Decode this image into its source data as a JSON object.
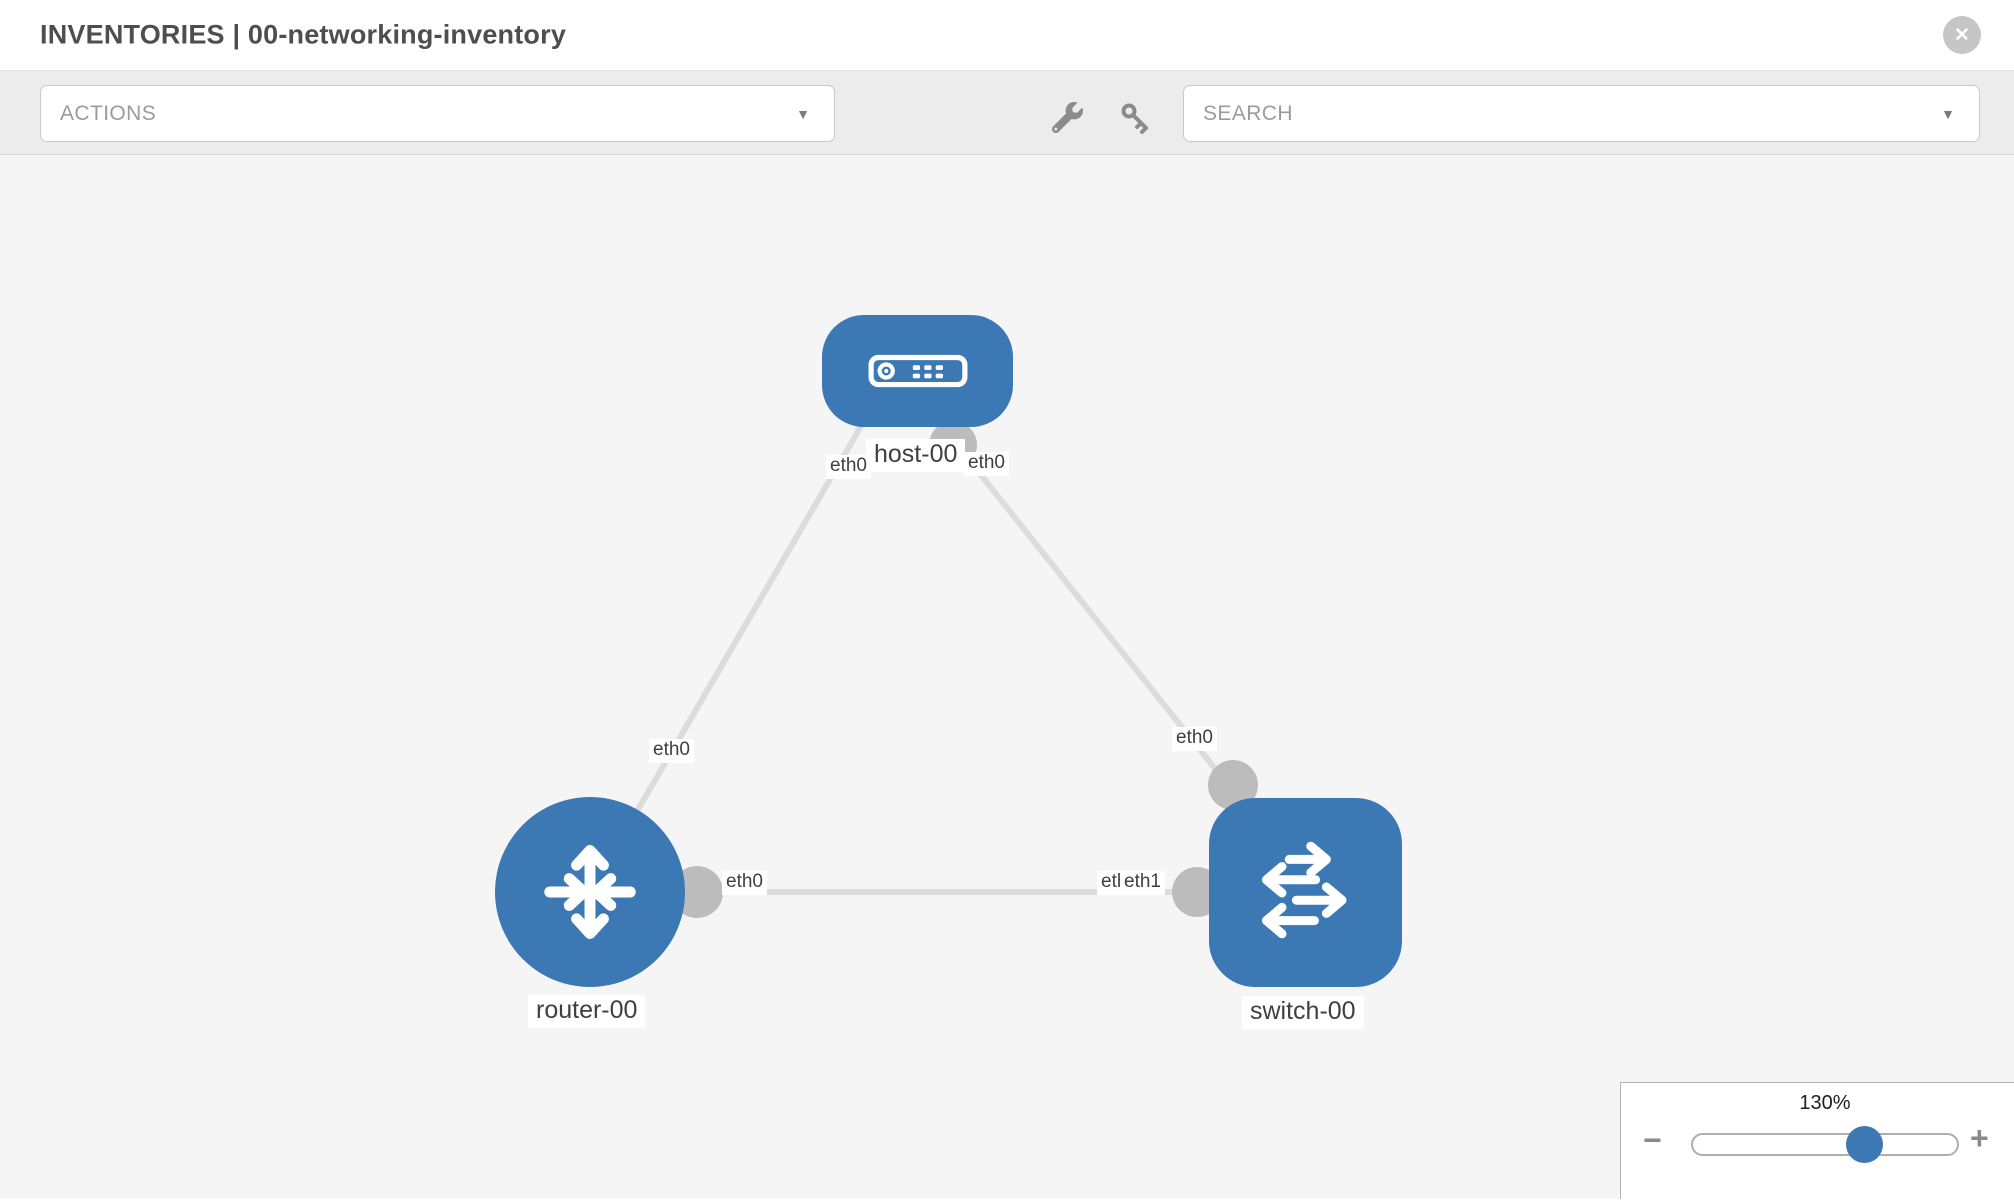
{
  "header": {
    "title": "INVENTORIES | 00-networking-inventory",
    "close_glyph": "✕"
  },
  "toolbar": {
    "actions_label": "ACTIONS",
    "search_label": "SEARCH",
    "caret_glyph": "▼",
    "icons": [
      "wrench-icon",
      "key-icon"
    ]
  },
  "canvas": {
    "nodes": {
      "host": {
        "label": "host-00",
        "type": "host"
      },
      "router": {
        "label": "router-00",
        "type": "router"
      },
      "switch": {
        "label": "switch-00",
        "type": "switch"
      }
    },
    "links": [
      {
        "from": "router-00",
        "to": "host-00",
        "from_interface": "eth0",
        "to_interface": "eth0"
      },
      {
        "from": "host-00",
        "to": "switch-00",
        "from_interface": "eth0",
        "to_interface": "eth0"
      },
      {
        "from": "router-00",
        "to": "switch-00",
        "from_interface": "eth0",
        "to_interface": "eth1"
      }
    ],
    "port_labels": {
      "host_left": "eth0",
      "host_right": "eth0",
      "router_link": "eth0",
      "switch_link": "eth0",
      "router_right": "eth0",
      "switch_left_back": "eth0",
      "switch_left_front": "eth1"
    }
  },
  "zoom_control": {
    "level": "130%",
    "minus_glyph": "−",
    "plus_glyph": "+"
  },
  "colors": {
    "node_blue": "#3c78b4",
    "link_gray": "#dcdcdc",
    "port_gray": "#bcbcbc",
    "canvas_bg": "#f5f5f5",
    "toolbar_bg": "#ececec",
    "title_text": "#4e4e4e",
    "placeholder_text": "#9b9b9b"
  }
}
